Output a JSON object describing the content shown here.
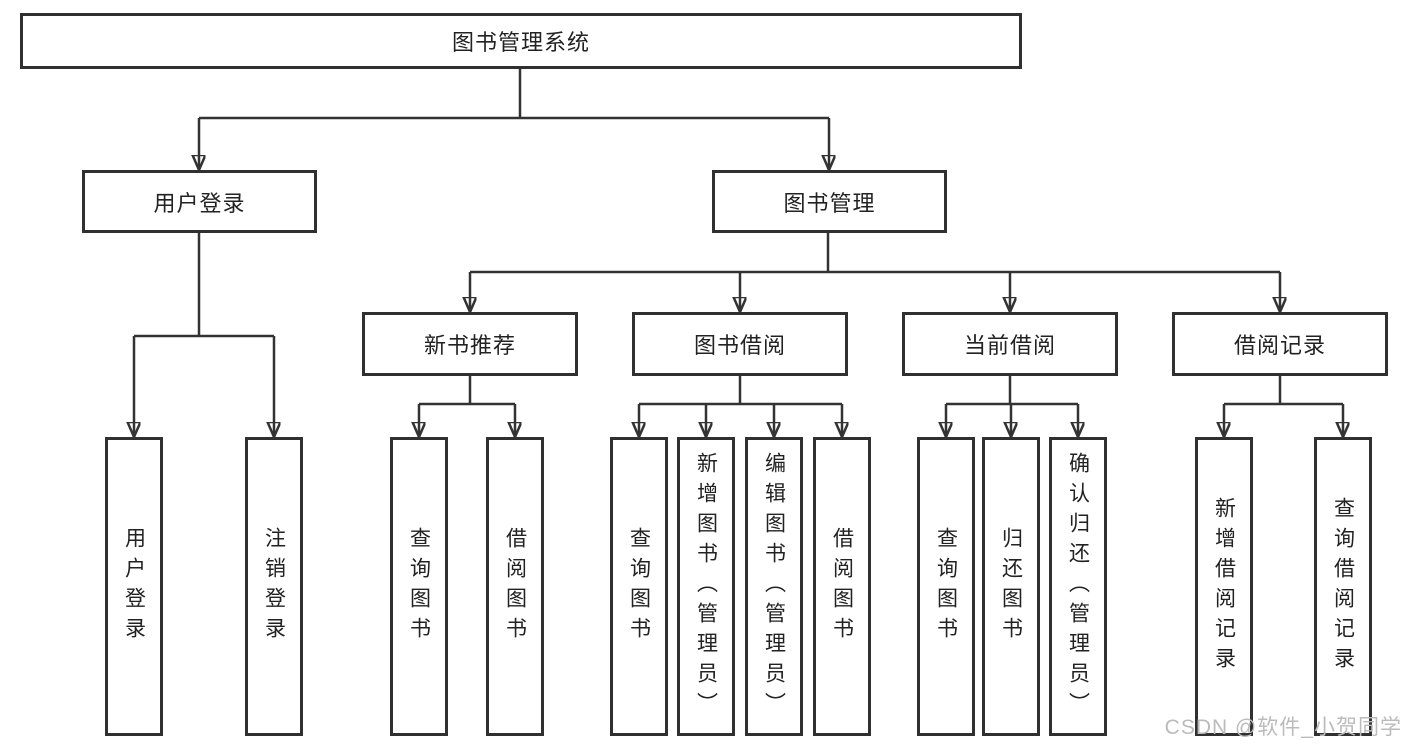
{
  "diagram": {
    "root": {
      "label": "图书管理系统"
    },
    "level2": [
      {
        "label": "用户登录"
      },
      {
        "label": "图书管理"
      }
    ],
    "level3": [
      {
        "label": "新书推荐",
        "parent": "图书管理"
      },
      {
        "label": "图书借阅",
        "parent": "图书管理"
      },
      {
        "label": "当前借阅",
        "parent": "图书管理"
      },
      {
        "label": "借阅记录",
        "parent": "图书管理"
      }
    ],
    "leaves": [
      {
        "label": "用户登录",
        "parent": "用户登录"
      },
      {
        "label": "注销登录",
        "parent": "用户登录"
      },
      {
        "label": "查询图书",
        "parent": "新书推荐"
      },
      {
        "label": "借阅图书",
        "parent": "新书推荐"
      },
      {
        "label": "查询图书",
        "parent": "图书借阅"
      },
      {
        "label": "新增图书（管理员）",
        "parent": "图书借阅"
      },
      {
        "label": "编辑图书（管理员）",
        "parent": "图书借阅"
      },
      {
        "label": "借阅图书",
        "parent": "图书借阅"
      },
      {
        "label": "查询图书",
        "parent": "当前借阅"
      },
      {
        "label": "归还图书",
        "parent": "当前借阅"
      },
      {
        "label": "确认归还（管理员）",
        "parent": "当前借阅"
      },
      {
        "label": "新增借阅记录",
        "parent": "借阅记录"
      },
      {
        "label": "查询借阅记录",
        "parent": "借阅记录"
      }
    ]
  },
  "watermark": "CSDN @软件_小贺同学",
  "colors": {
    "line": "#333333",
    "box_border": "#303030",
    "text": "#222222",
    "watermark": "#bbbbbb",
    "background": "#ffffff"
  }
}
